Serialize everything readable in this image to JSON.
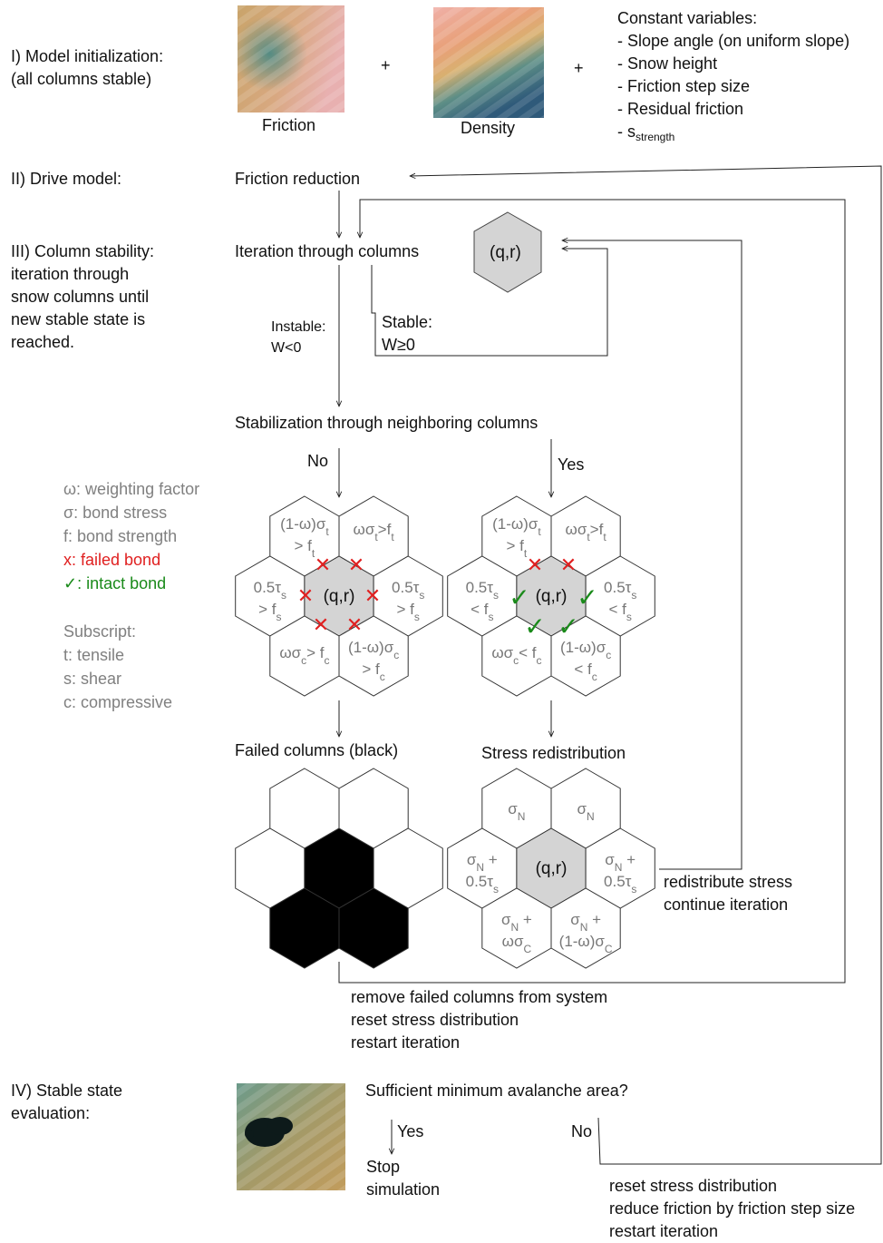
{
  "stage1": {
    "label_line1": "I) Model initialization:",
    "label_line2": "(all columns stable)",
    "friction_caption": "Friction",
    "density_caption": "Density",
    "plus": "+",
    "const_title": "Constant variables:",
    "const_items": [
      "- Slope angle (on uniform slope)",
      "- Snow height",
      "- Friction step size",
      "- Residual friction"
    ],
    "const_last_prefix": "- s",
    "const_last_sub": "strength"
  },
  "stage2": {
    "label": "II) Drive model:",
    "friction_reduction": "Friction reduction"
  },
  "stage3": {
    "label_lines": [
      "III) Column stability:",
      "iteration through",
      "snow columns until",
      "new stable state is",
      "reached."
    ],
    "iteration": "Iteration through columns",
    "qr": "(q,r)",
    "instable": [
      "Instable:",
      "W<0"
    ],
    "stable": [
      "Stable:",
      "W≥0"
    ],
    "stabilization": "Stabilization through neighboring columns",
    "no": "No",
    "yes": "Yes"
  },
  "legend": {
    "items": [
      {
        "text": "ω: weighting factor",
        "color": "#808080"
      },
      {
        "text": "σ: bond stress",
        "color": "#808080"
      },
      {
        "text": "f: bond strength",
        "color": "#808080"
      },
      {
        "text": "x: failed bond",
        "color": "#e02020"
      },
      {
        "text": "✓: intact bond",
        "color": "#1a8a1a"
      }
    ],
    "subscript_title": "Subscript:",
    "subscripts": [
      "t: tensile",
      "s: shear",
      "c: compressive"
    ]
  },
  "hex_left": {
    "top_left": [
      "(1-ω)σ",
      "t",
      "> f",
      "t"
    ],
    "top_right": [
      "ωσ",
      "t",
      ">f",
      "t"
    ],
    "mid_left": [
      "0.5τ",
      "s",
      "> f",
      "s"
    ],
    "mid_right": [
      "0.5τ",
      "s",
      "> f",
      "s"
    ],
    "bot_left": [
      "ωσ",
      "c",
      "> f",
      "c"
    ],
    "bot_right": [
      "(1-ω)σ",
      "c",
      "> f",
      "c"
    ]
  },
  "hex_right": {
    "top_left": [
      "(1-ω)σ",
      "t",
      "> f",
      "t"
    ],
    "top_right": [
      "ωσ",
      "t",
      ">f",
      "t"
    ],
    "mid_left": [
      "0.5τ",
      "s",
      "< f",
      "s"
    ],
    "mid_right": [
      "0.5τ",
      "s",
      "< f",
      "s"
    ],
    "bot_left": [
      "ωσ",
      "c",
      "< f",
      "c"
    ],
    "bot_right": [
      "(1-ω)σ",
      "c",
      "< f",
      "c"
    ]
  },
  "failed": {
    "title": "Failed columns (black)",
    "notes": [
      "remove failed columns from system",
      "reset stress distribution",
      "restart iteration"
    ]
  },
  "redistribution": {
    "title": "Stress redistribution",
    "top_left": [
      "σ",
      "N"
    ],
    "top_right": [
      "σ",
      "N"
    ],
    "mid_left": [
      "σ",
      "N",
      " +",
      "0.5τ",
      "s"
    ],
    "mid_right": [
      "σ",
      "N",
      " +",
      "0.5τ",
      "s"
    ],
    "bot_left": [
      "σ",
      "N",
      " +",
      "ωσ",
      "C"
    ],
    "bot_right": [
      "σ",
      "N",
      " +",
      "(1-ω)σ",
      "C"
    ],
    "notes": [
      "redistribute stress",
      "continue iteration"
    ]
  },
  "stage4": {
    "label_lines": [
      "IV) Stable state",
      "evaluation:"
    ],
    "question": "Sufficient minimum avalanche area?",
    "yes": "Yes",
    "no": "No",
    "stop": [
      "Stop",
      "simulation"
    ],
    "notes": [
      "reset stress distribution",
      "reduce friction by friction step size",
      "restart iteration"
    ]
  }
}
